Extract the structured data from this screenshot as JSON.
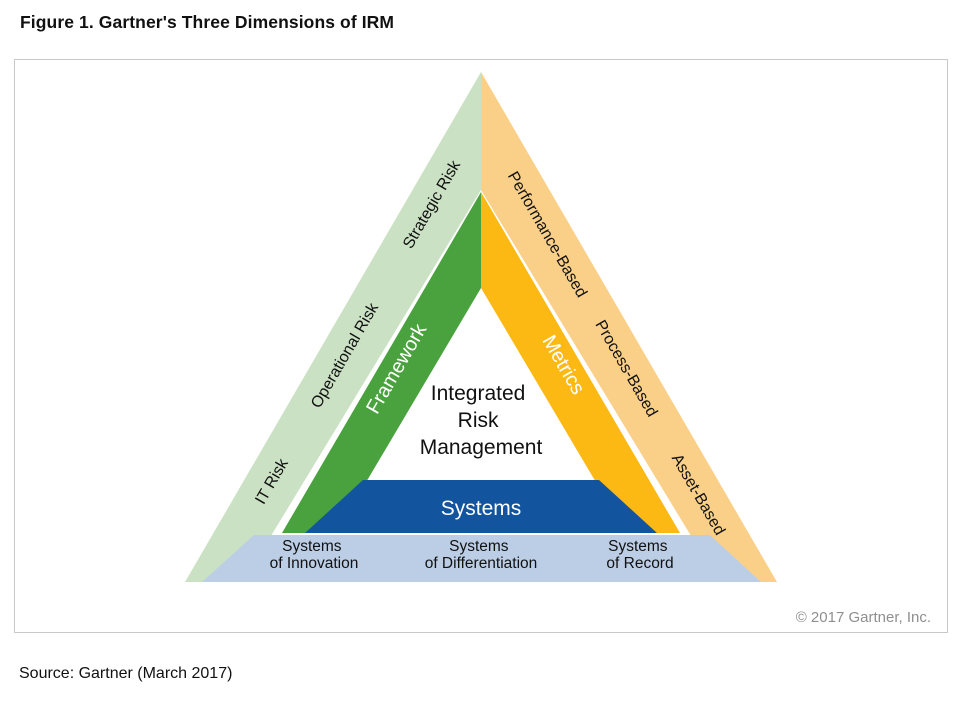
{
  "figure": {
    "title": "Figure 1. Gartner's Three Dimensions of IRM",
    "source": "Source: Gartner (March 2017)",
    "copyright": "© 2017 Gartner, Inc."
  },
  "center": {
    "line1": "Integrated",
    "line2": "Risk",
    "line3": "Management"
  },
  "framework_dimension": {
    "label": "Framework",
    "band_color": "#49a23d",
    "outer_color": "#cbe1c4",
    "risks": [
      "IT Risk",
      "Operational Risk",
      "Strategic Risk"
    ]
  },
  "metrics_dimension": {
    "label": "Metrics",
    "band_color": "#fdb913",
    "outer_color": "#fad089",
    "types": [
      "Performance-Based",
      "Process-Based",
      "Asset-Based"
    ]
  },
  "systems_dimension": {
    "label": "Systems",
    "band_color": "#12549e",
    "outer_color": "#bccee5",
    "systems": [
      {
        "line1": "Systems",
        "line2": "of Innovation"
      },
      {
        "line1": "Systems",
        "line2": "of Differentiation"
      },
      {
        "line1": "Systems",
        "line2": "of Record"
      }
    ]
  }
}
